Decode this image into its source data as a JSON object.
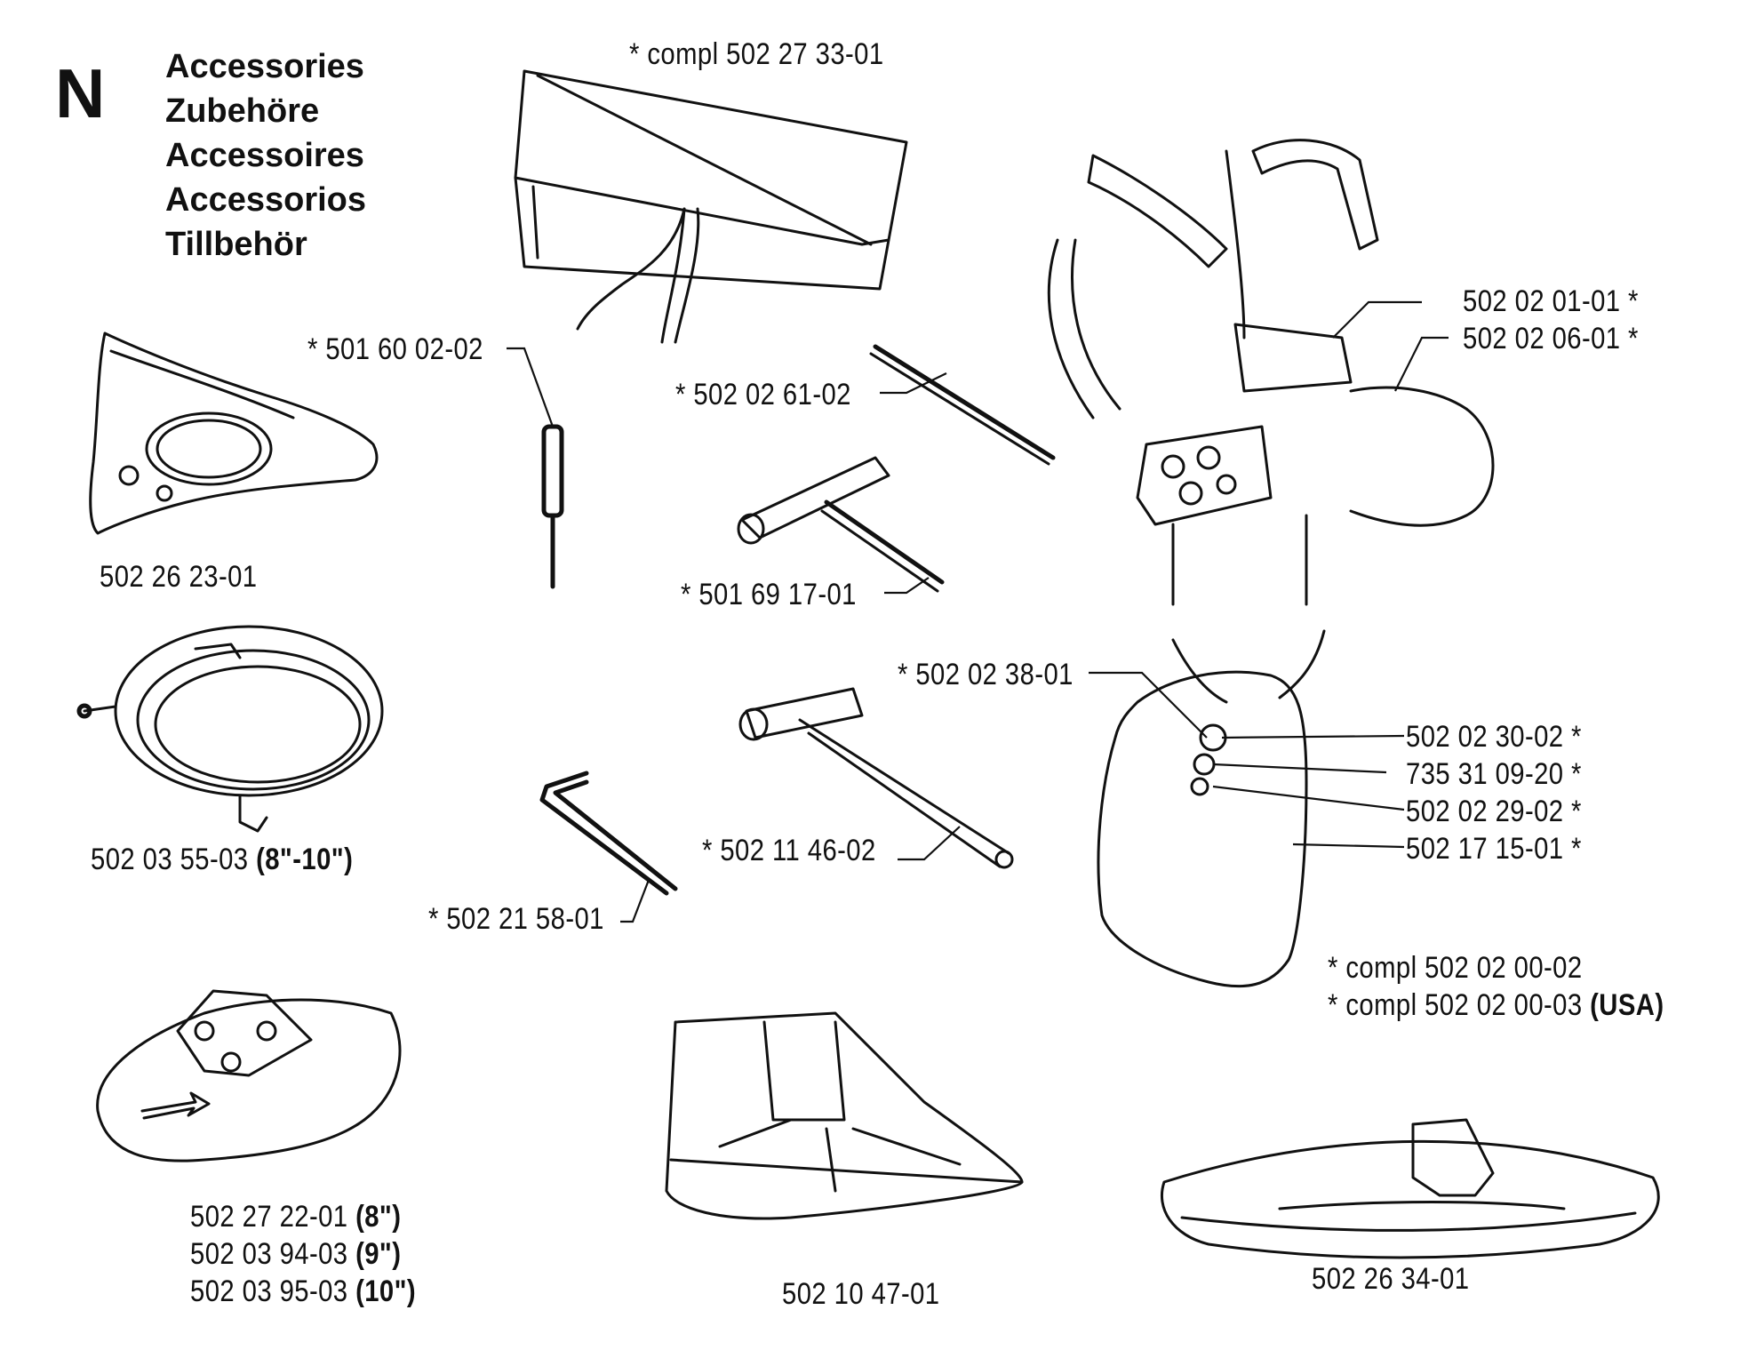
{
  "section": {
    "letter": "N"
  },
  "headings": [
    "Accessories",
    "Zubehöre",
    "Accessoires",
    "Accessorios",
    "Tillbehör"
  ],
  "parts": {
    "bag": "*  compl 502 27 33-01",
    "screwdriver": "*  501 60 02-02",
    "rod": "*  502 02 61-02",
    "tbar_small": "*  501 69 17-01",
    "guard_disc": "502 26 23-01",
    "ring_main": "502 03 55-03",
    "ring_note": "(8\"-10\")",
    "harness_top1": "502 02 01-01  *",
    "harness_top2": "502 02 06-01  *",
    "hook": "*  502 02 38-01",
    "hw1": "502 02 30-02  *",
    "hw2": "735 31 09-20  *",
    "hw3": "502 02 29-02  *",
    "hw4": "502 17 15-01  *",
    "compl1": "*  compl 502 02 00-02",
    "compl2": "*  compl 502 02 00-03",
    "compl2_note": "(USA)",
    "tbar_large": "*  502 11 46-02",
    "allen": "*  502 21 58-01",
    "shield_a1": "502 27 22-01",
    "shield_a1_note": "(8\")",
    "shield_a2": "502 03 94-03",
    "shield_a2_note": "(9\")",
    "shield_a3": "502 03 95-03",
    "shield_a3_note": "(10\")",
    "shield_b": "502 10 47-01",
    "shield_c": "502 26 34-01"
  }
}
